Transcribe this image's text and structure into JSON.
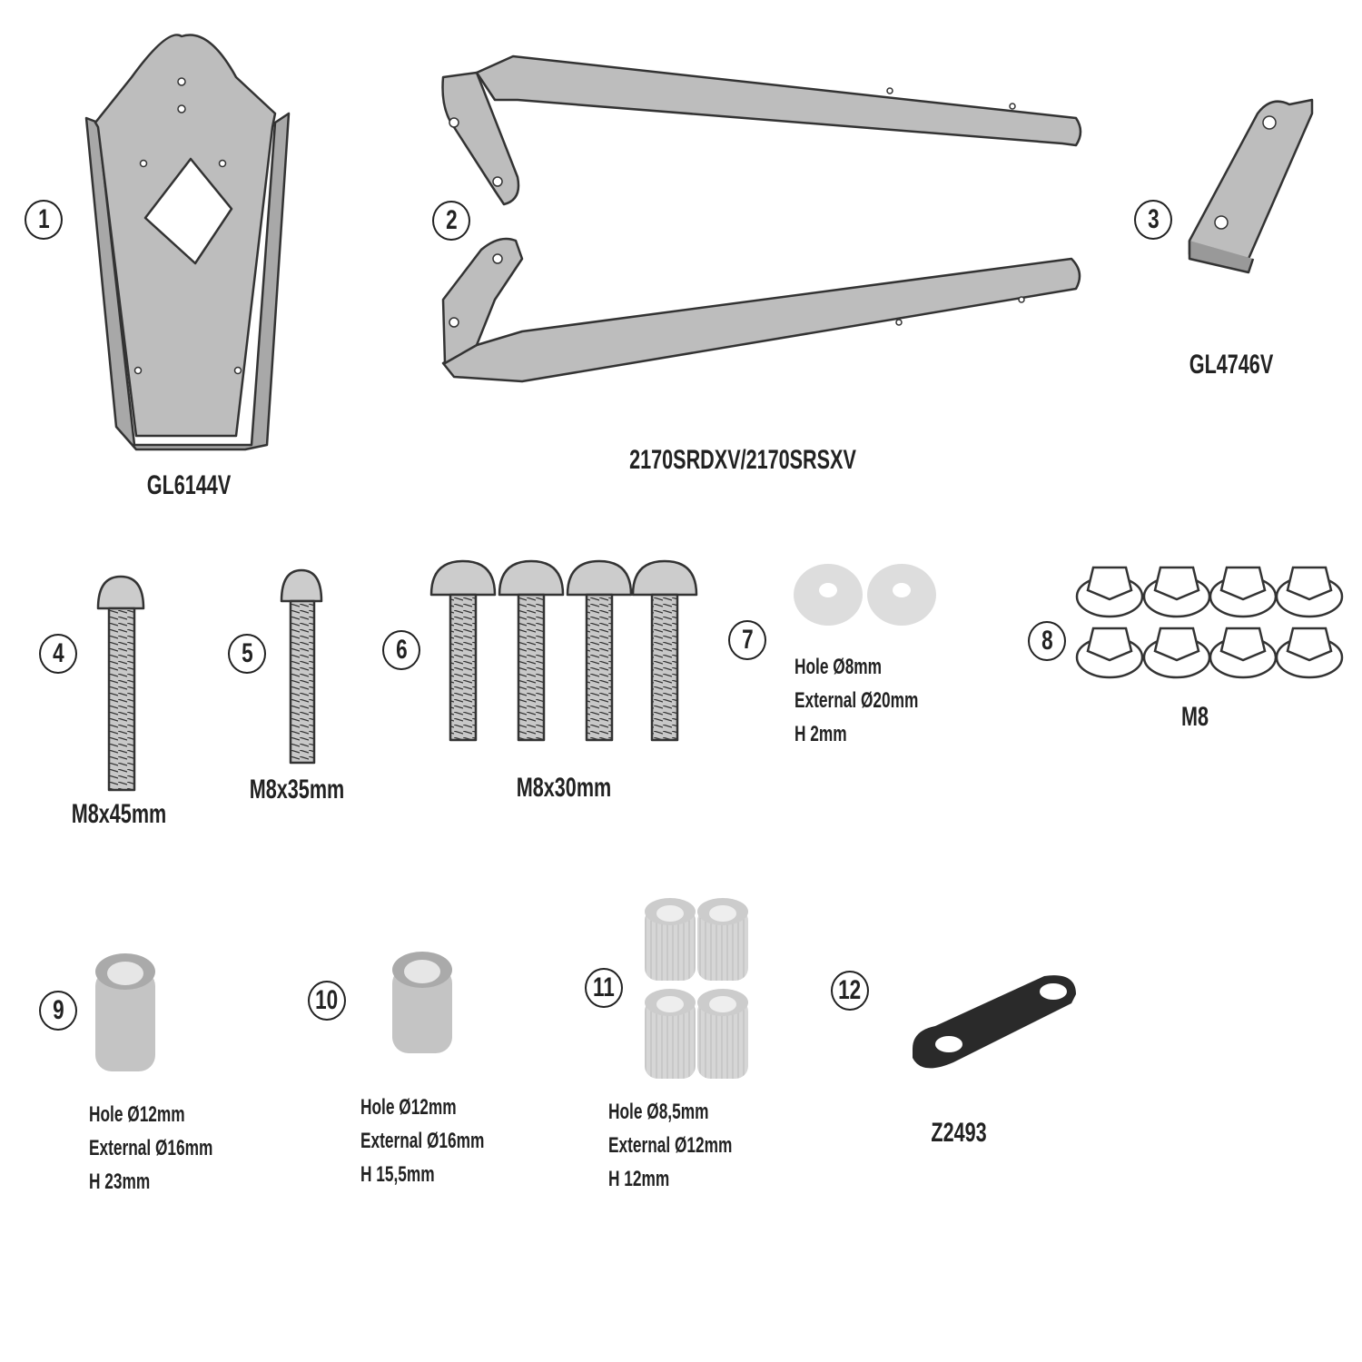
{
  "parts": [
    {
      "number": "1",
      "label": "GL6144V"
    },
    {
      "number": "2",
      "label": "2170SRDXV/2170SRSXV"
    },
    {
      "number": "3",
      "label": "GL4746V"
    },
    {
      "number": "4",
      "label": "M8x45mm"
    },
    {
      "number": "5",
      "label": "M8x35mm"
    },
    {
      "number": "6",
      "label": "M8x30mm"
    },
    {
      "number": "7",
      "specs": [
        "Hole Ø8mm",
        "External Ø20mm",
        "H 2mm"
      ]
    },
    {
      "number": "8",
      "label": "M8"
    },
    {
      "number": "9",
      "specs": [
        "Hole Ø12mm",
        "External Ø16mm",
        "H 23mm"
      ]
    },
    {
      "number": "10",
      "specs": [
        "Hole Ø12mm",
        "External Ø16mm",
        "H 15,5mm"
      ]
    },
    {
      "number": "11",
      "specs": [
        "Hole Ø8,5mm",
        "External Ø12mm",
        "H 12mm"
      ]
    },
    {
      "number": "12",
      "label": "Z2493"
    }
  ],
  "colors": {
    "metal": "#bdbdbd",
    "outline": "#333333",
    "spacer": "#d0d0d0",
    "plate12": "#2a2a2a"
  }
}
